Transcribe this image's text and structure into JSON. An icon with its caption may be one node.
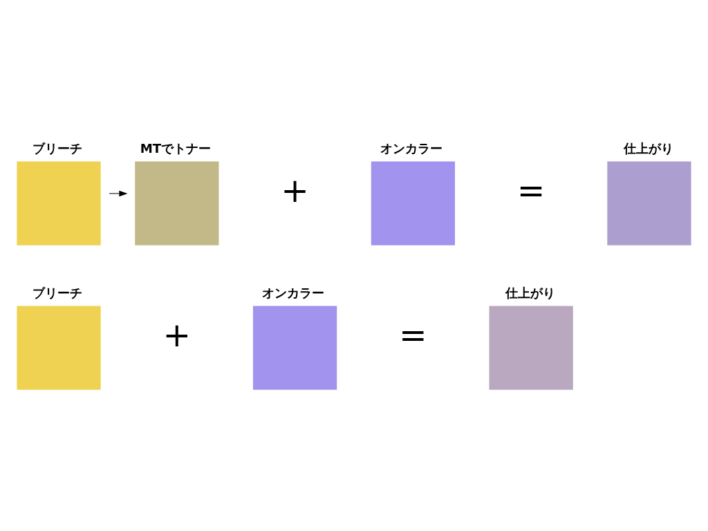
{
  "diagram": {
    "nodes": [
      {
        "text": [
          "ブリーチ"
        ]
      },
      {
        "text": [
          "オンカラー"
        ]
      },
      {
        "text": [
          "仕上がり"
        ]
      },
      {
        "text": [
          "ブリーチ"
        ]
      },
      {
        "text": [
          "MTでトナー"
        ]
      },
      {
        "text": [
          "オンカラー"
        ]
      },
      {
        "text": [
          "仕上がり"
        ]
      }
    ],
    "edges": [
      {
        "from": 3,
        "to": 4,
        "arrow": "to"
      }
    ],
    "labels": [
      "+",
      "=",
      "+",
      "="
    ]
  }
}
